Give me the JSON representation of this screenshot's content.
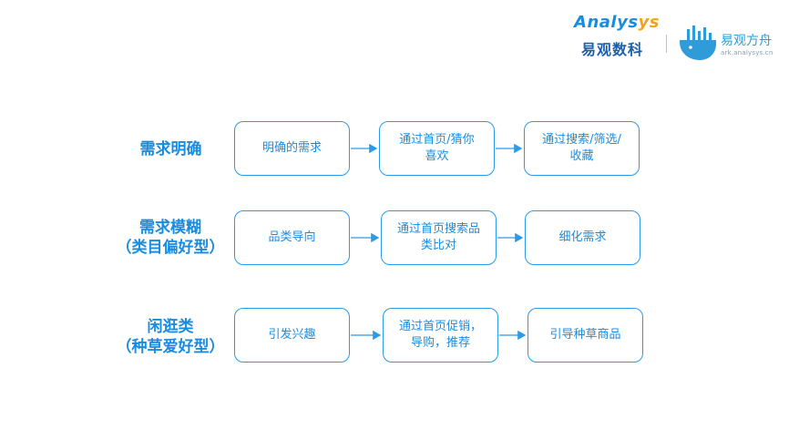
{
  "header": {
    "analysys_word_a": "A",
    "analysys_word_mid": "nalys",
    "analysys_word_end": "ys",
    "analysys_cn": "易观数科",
    "ark_name": "易观方舟",
    "ark_url": "ark.analysys.cn"
  },
  "rows": [
    {
      "label": "需求明确",
      "steps": [
        "明确的需求",
        "通过首页/猜你\n喜欢",
        "通过搜索/筛选/\n收藏"
      ]
    },
    {
      "label": "需求模糊\n（类目偏好型）",
      "steps": [
        "品类导向",
        "通过首页搜索品\n类比对",
        "细化需求"
      ]
    },
    {
      "label": "闲逛类\n（种草爱好型）",
      "steps": [
        "引发兴趣",
        "通过首页促销，\n导购，推荐",
        "引导种草商品"
      ]
    }
  ],
  "colors": {
    "accent": "#1a8ce0",
    "box_border": "#2b9ae8",
    "brand_orange": "#f3a21b",
    "brand_dark": "#1f5fa8"
  }
}
